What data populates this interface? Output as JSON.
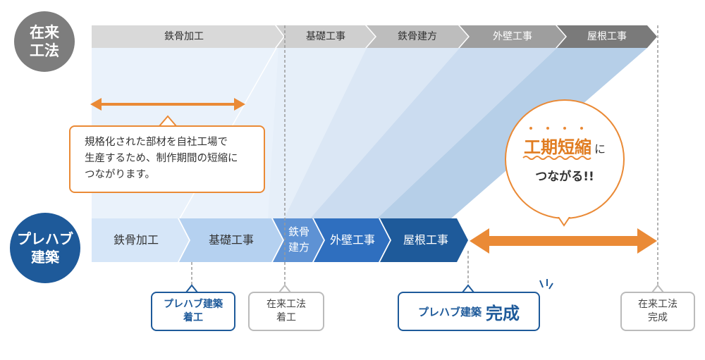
{
  "traditional": {
    "label": "在来\n工法",
    "steps": [
      "鉄骨加工",
      "基礎工事",
      "鉄骨建方",
      "外壁工事",
      "屋根工事"
    ]
  },
  "prefab": {
    "label": "プレハブ\n建築",
    "steps": [
      "鉄骨加工",
      "基礎工事",
      "鉄骨\n建方",
      "外壁工事",
      "屋根工事"
    ]
  },
  "note": "規格化された部材を自社工場で\n生産するため、制作期間の短縮に\nつながります。",
  "bubble": {
    "highlight": "工期短縮",
    "suffix": "に",
    "line2": "つながる!!"
  },
  "tags": {
    "prefab_start": "プレハブ建築\n着工",
    "trad_start": "在来工法\n着工",
    "prefab_done_prefix": "プレハブ建築",
    "prefab_done_big": "完成",
    "trad_done": "在来工法\n完成"
  },
  "colors": {
    "trad_bar": "#d9d9d9",
    "prefab_bar_dark": "#1e5a9a",
    "accent_orange": "#ea8a36"
  }
}
